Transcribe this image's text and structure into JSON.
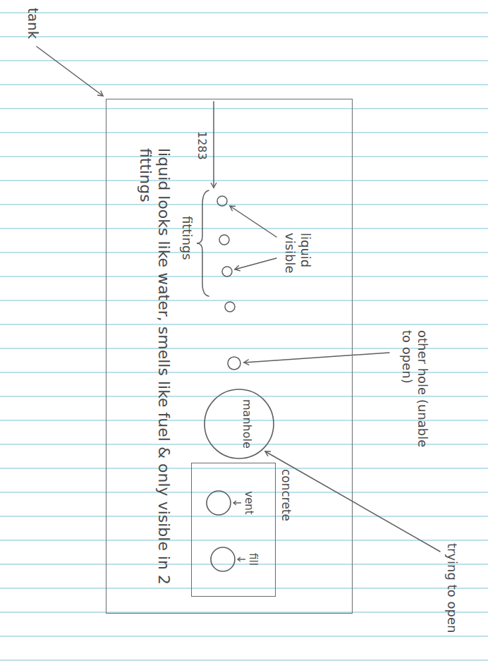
{
  "diagram": {
    "nodes": [
      {
        "text": [
          "tank"
        ]
      },
      {
        "text": [
          "manhole"
        ],
        "in": 0
      },
      {
        "text": [
          "concrete"
        ],
        "in": 0
      },
      {
        "text": [
          "vent"
        ],
        "in": 2
      },
      {
        "text": [
          "fill"
        ],
        "in": 2
      }
    ],
    "labels": [
      "1283",
      "liquid visible",
      "fittings",
      "other hole (unable to open)",
      "trying to open",
      "liquid looks like water, smells like fuel & only visible in 2 fittings"
    ]
  }
}
